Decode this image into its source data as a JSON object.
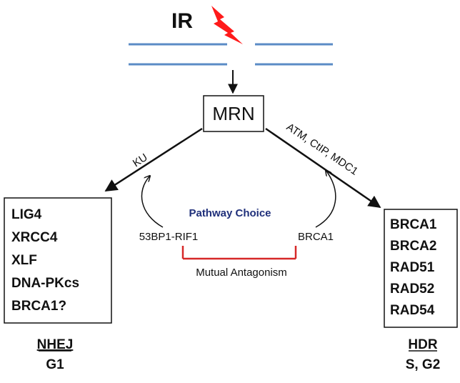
{
  "diagram": {
    "source": {
      "label": "IR"
    },
    "hub": {
      "label": "MRN"
    },
    "left_edge_label": "KU",
    "right_edge_label": "ATM, CtIP, MDC1",
    "left_box": {
      "items": [
        "LIG4",
        "XRCC4",
        "XLF",
        "DNA-PKcs",
        "BRCA1?"
      ]
    },
    "right_box": {
      "items": [
        "BRCA1",
        "BRCA2",
        "RAD51",
        "RAD52",
        "RAD54"
      ]
    },
    "left_pathway": {
      "name": "NHEJ",
      "phase": "G1"
    },
    "right_pathway": {
      "name": "HDR",
      "phase": "S, G2"
    },
    "pathway_choice": "Pathway Choice",
    "left_factor": "53BP1-RIF1",
    "right_factor": "BRCA1",
    "antagonism": "Mutual Antagonism",
    "colors": {
      "dna_strand": "#5b8bc6",
      "lightning": "#ff1a1a",
      "pathway_choice": "#1f2f7a",
      "antagonism": "#d62828",
      "ink": "#111111"
    }
  }
}
